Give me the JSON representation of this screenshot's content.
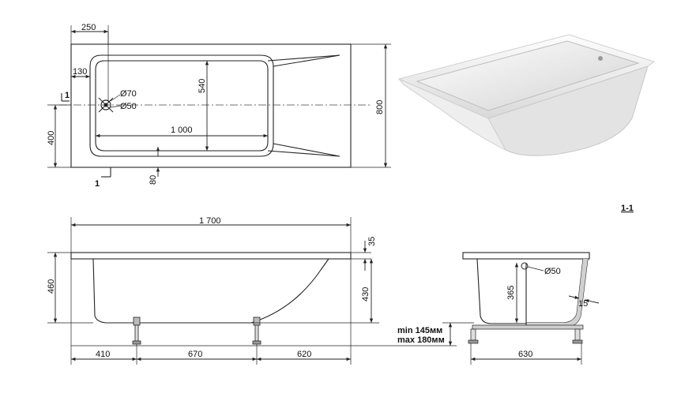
{
  "plan": {
    "dim_250": "250",
    "dim_130": "130",
    "dim_540": "540",
    "dim_o70": "Ø70",
    "dim_o50": "Ø50",
    "dim_1000": "1 000",
    "dim_400": "400",
    "dim_800": "800",
    "dim_80": "80",
    "section_mark_top": "1",
    "section_mark_bottom": "1"
  },
  "side": {
    "dim_1700": "1 700",
    "dim_35": "35",
    "dim_460": "460",
    "dim_430": "430",
    "dim_410": "410",
    "dim_670": "670",
    "dim_620": "620",
    "min_height": "min 145мм",
    "max_height": "max 180мм"
  },
  "section": {
    "title": "1-1",
    "dim_o50": "Ø50",
    "dim_365": "365",
    "dim_15": "15",
    "dim_630": "630"
  },
  "colors": {
    "line": "#222222",
    "tub_shade": "#e9e9e9",
    "background": "#ffffff"
  }
}
